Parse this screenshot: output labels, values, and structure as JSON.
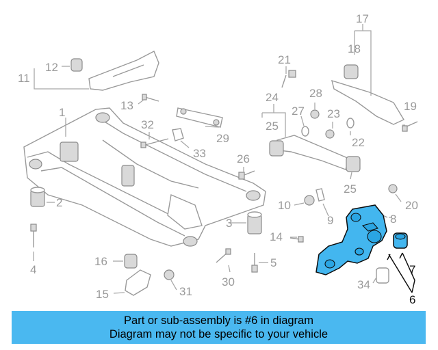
{
  "diagram": {
    "callouts": {
      "c1": "1",
      "c2": "2",
      "c3": "3",
      "c4": "4",
      "c5": "5",
      "c6": "6",
      "c7": "7",
      "c8": "8",
      "c9": "9",
      "c10": "10",
      "c11": "11",
      "c12": "12",
      "c13": "13",
      "c14": "14",
      "c15": "15",
      "c16": "16",
      "c17": "17",
      "c18": "18",
      "c19": "19",
      "c20": "20",
      "c21": "21",
      "c22": "22",
      "c23": "23",
      "c24": "24",
      "c25a": "25",
      "c25b": "25",
      "c26": "26",
      "c27": "27",
      "c28": "28",
      "c29": "29",
      "c30": "30",
      "c31": "31",
      "c32": "32",
      "c33": "33",
      "c34": "34"
    },
    "highlighted_part": "6",
    "highlight_color": "#43b6ef"
  },
  "banner": {
    "line1": "Part or sub-assembly is #6 in diagram",
    "line2": "Diagram may not be specific to your vehicle",
    "background": "#4ab8f0"
  }
}
